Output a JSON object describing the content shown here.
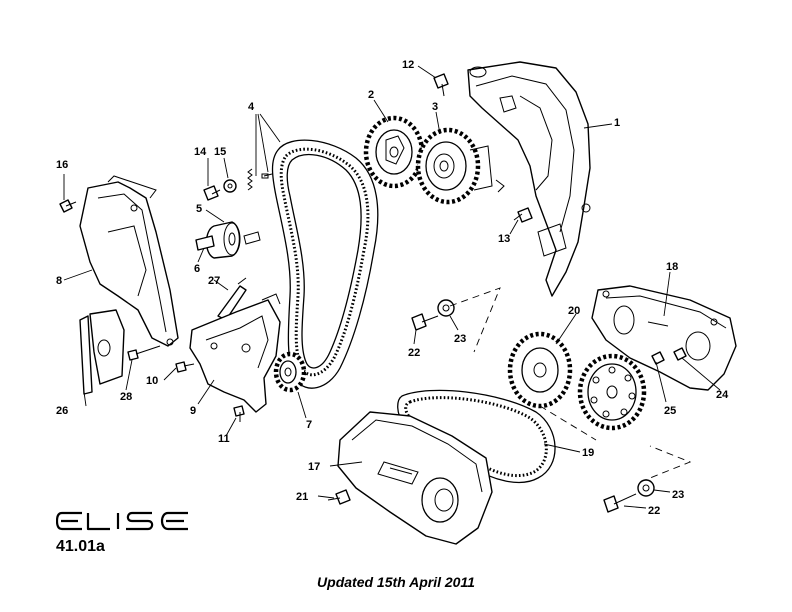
{
  "diagram": {
    "page_ref": "41.01a",
    "logo_text": "ELISE",
    "updated": "Updated 15th April 2011",
    "callouts": {
      "c1": "1",
      "c2": "2",
      "c3": "3",
      "c4": "4",
      "c5": "5",
      "c6": "6",
      "c7": "7",
      "c8": "8",
      "c9": "9",
      "c10": "10",
      "c11": "11",
      "c12": "12",
      "c13": "13",
      "c14": "14",
      "c15": "15",
      "c16": "16",
      "c17": "17",
      "c18": "18",
      "c19": "19",
      "c20": "20",
      "c21": "21",
      "c22a": "22",
      "c22b": "22",
      "c23a": "23",
      "c23b": "23",
      "c24": "24",
      "c25": "25",
      "c26": "26",
      "c27": "27",
      "c28": "28"
    }
  }
}
